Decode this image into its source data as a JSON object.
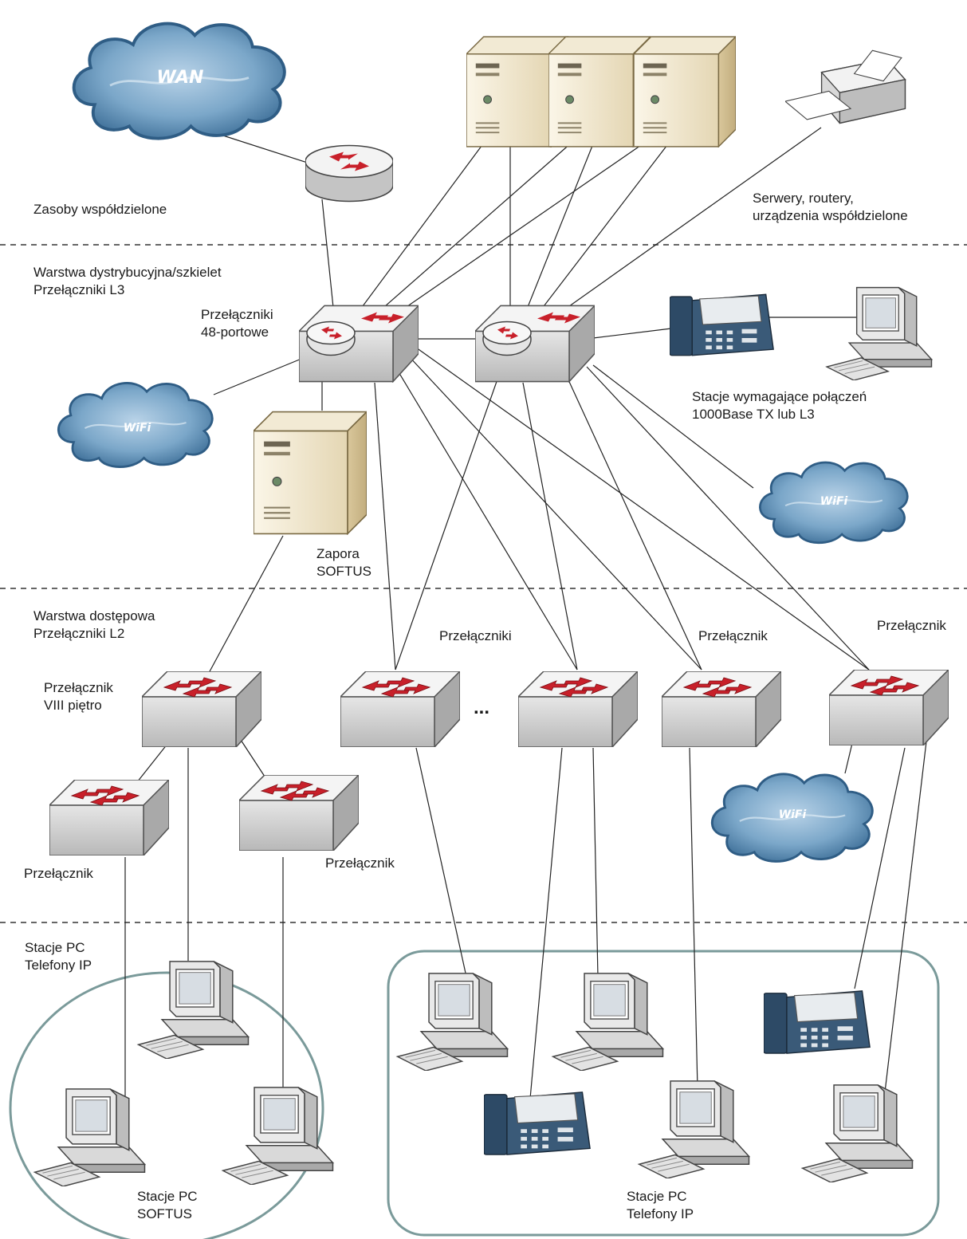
{
  "clouds": {
    "wan": "WAN",
    "wifi": "WiFi"
  },
  "labels": {
    "shared_resources": "Zasoby współdzielone",
    "servers_desc": "Serwery, routery,\nurządzenia współdzielone",
    "distribution_layer": "Warstwa dystrybucyjna/szkielet\nPrzełączniki L3",
    "switches_48": "Przełączniki\n48-portowe",
    "gigabit_stations": "Stacje wymagające połączeń\n1000Base TX lub L3",
    "firewall": "Zapora\nSOFTUS",
    "access_layer": "Warstwa dostępowa\nPrzełączniki L2",
    "switches": "Przełączniki",
    "switch_a": "Przełącznik",
    "switch_b": "Przełącznik",
    "switch_floor8": "Przełącznik\nVIII piętro",
    "switch_left": "Przełącznik",
    "switch_mid": "Przełącznik",
    "ellipsis": "...",
    "stations_phones": "Stacje PC\nTelefony IP",
    "stations_softus": "Stacje PC\nSOFTUS",
    "stations_phones_group": "Stacje PC\nTelefony IP"
  },
  "colors": {
    "cloud": "#7ba7c9",
    "switch_top": "#f2f2f2",
    "switch_side": "#c9c9c9",
    "arrow": "#c8202a",
    "server": "#e8dcc0",
    "phone": "#2d4a66",
    "group_border": "#7a9a9a"
  }
}
